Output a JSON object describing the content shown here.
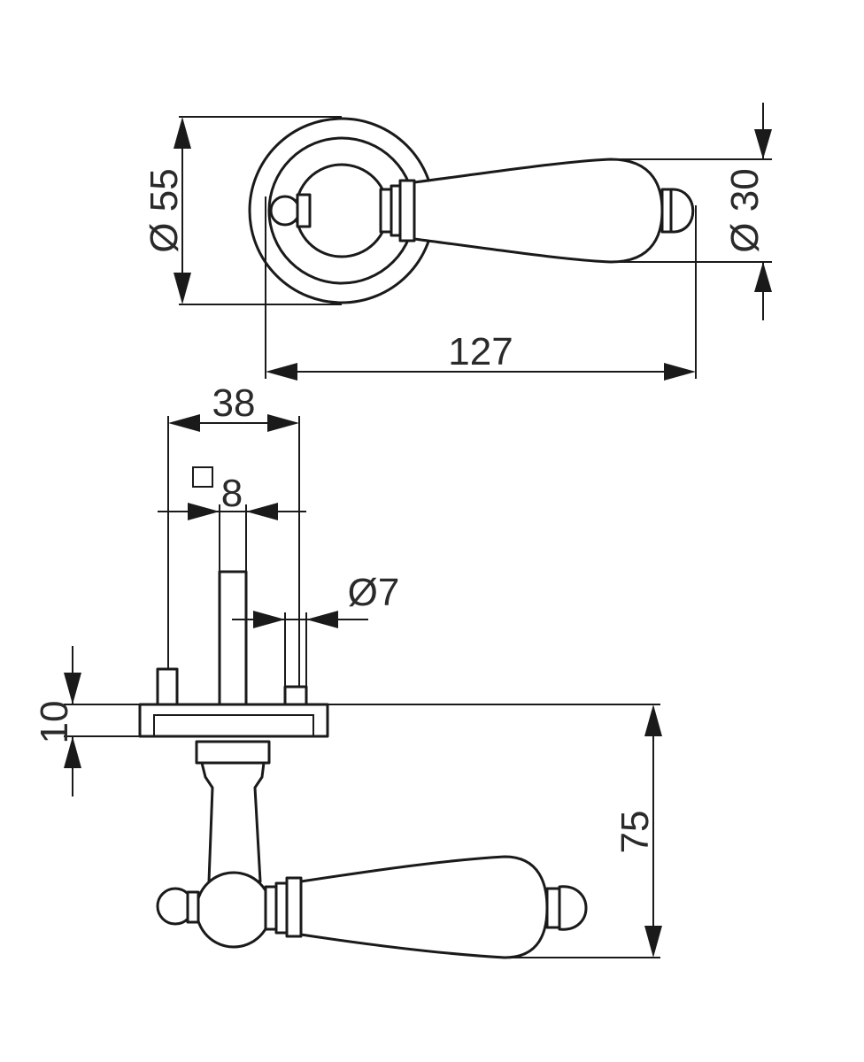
{
  "dimensions": {
    "rose_diameter": "Ø 55",
    "knob_diameter": "Ø 30",
    "lever_length": "127",
    "pin_spacing": "38",
    "spindle_square": "8",
    "pin_diameter": "Ø7",
    "rose_thickness": "10",
    "projection": "75"
  },
  "colors": {
    "line": "#1a1a1a",
    "text": "#2a2a2a",
    "background": "#ffffff"
  }
}
